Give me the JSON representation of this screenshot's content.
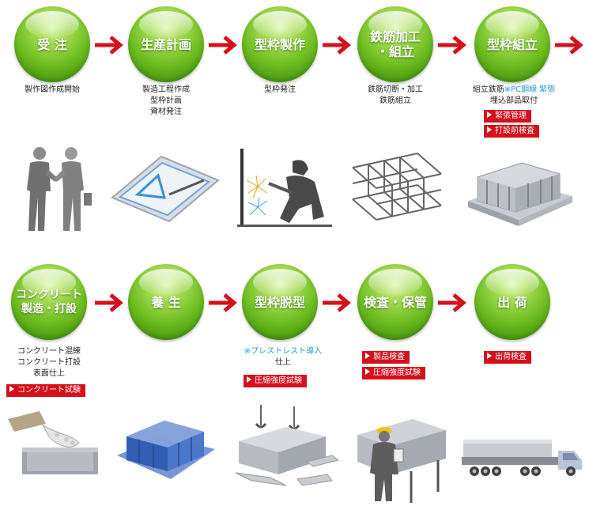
{
  "colors": {
    "accent_red": "#d4101c",
    "circle_green": "#6fbf22",
    "note_blue": "#2a9bd6"
  },
  "row1": [
    {
      "label": "受 注",
      "desc": [
        "製作図作成開始"
      ]
    },
    {
      "label": "生産計画",
      "desc": [
        "製造工程作成",
        "型枠計画",
        "資材発注"
      ]
    },
    {
      "label": "型枠製作",
      "desc": [
        "型枠発注"
      ]
    },
    {
      "label_l1": "鉄筋加工",
      "label_l2": "・組立",
      "desc": [
        "鉄筋切断・加工",
        "鉄筋組立"
      ]
    },
    {
      "label": "型枠組立",
      "desc_l1_a": "組立鉄筋",
      "desc_l1_b": "※PC鋼線 緊張",
      "desc_l2": "埋込部品取付",
      "tags": [
        "緊張管理",
        "打設前検査"
      ]
    }
  ],
  "row2": [
    {
      "label_l1": "コンクリート",
      "label_l2": "製造・打設",
      "desc": [
        "コンクリート混練",
        "コンクリート打設",
        "表面仕上"
      ],
      "tags": [
        "コンクリート試験"
      ]
    },
    {
      "label": "養 生"
    },
    {
      "label": "型枠脱型",
      "note": "※プレストレスト導入",
      "desc": [
        "仕上"
      ],
      "tags": [
        "圧縮強度試験"
      ]
    },
    {
      "label": "検査・保管",
      "tags": [
        "製品検査",
        "圧縮強度試験"
      ]
    },
    {
      "label": "出 荷",
      "tags": [
        "出荷検査"
      ]
    }
  ]
}
